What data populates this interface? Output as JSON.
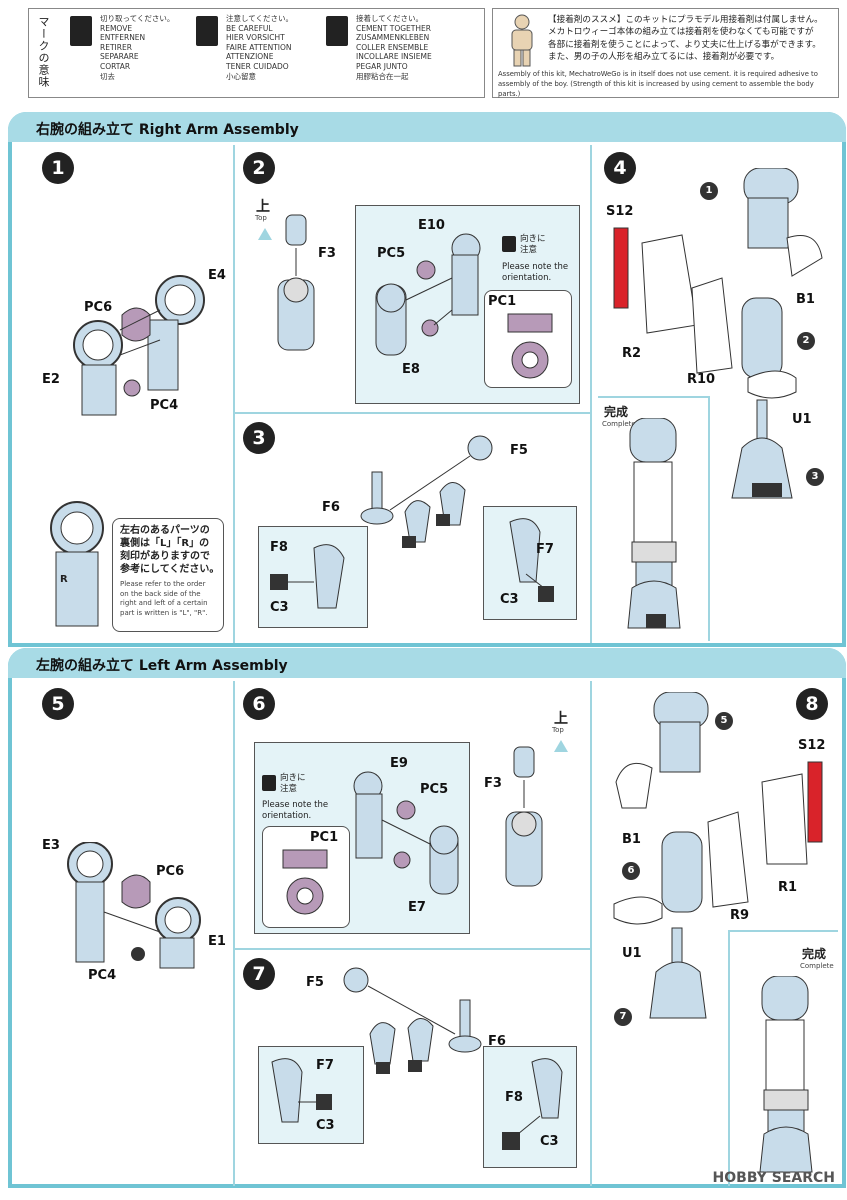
{
  "legend": {
    "label": "マークの意味",
    "icons": [
      "cut-icon",
      "caution-icon",
      "cement-icon"
    ],
    "cut": [
      "切り取ってください。",
      "REMOVE",
      "ENTFERNEN",
      "RETIRER",
      "SEPARARE",
      "CORTAR",
      "切去"
    ],
    "careful": [
      "注意してください。",
      "BE CAREFUL",
      "HIER VORSICHT",
      "FAIRE ATTENTION",
      "ATTENZIONE",
      "TENER CUIDADO",
      "小心留意"
    ],
    "cement": [
      "接着してください。",
      "CEMENT TOGETHER",
      "ZUSAMMENKLEBEN",
      "COLLER ENSEMBLE",
      "INCOLLARE INSIEME",
      "PEGAR JUNTO",
      "用膠粘合在一起"
    ]
  },
  "cement_note": {
    "jp": [
      "【接着剤のススメ】このキットにプラモデル用接着剤は付属しません。",
      "メカトロウィーゴ本体の組み立ては接着剤を使わなくても可能ですが",
      "各部に接着剤を使うことによって、より丈夫に仕上げる事ができます。",
      "また、男の子の人形を組み立てるには、接着剤が必要です。"
    ],
    "en": "Assembly of this kit, MechatroWeGo is in itself does not use cement. it is required adhesive to assembly of the boy. (Strength of this kit is increased by using cement to assemble the body parts.)"
  },
  "right_arm": {
    "title": "右腕の組み立て  Right Arm Assembly",
    "steps": [
      "1",
      "2",
      "3",
      "4"
    ],
    "step1": {
      "parts": [
        "E4",
        "PC6",
        "E2",
        "PC4"
      ]
    },
    "note_lr": {
      "jp": [
        "左右のあるパーツの",
        "裏側は「L」「R」の",
        "刻印がありますので",
        "参考にしてください。"
      ],
      "en": [
        "Please refer to the order",
        "on the back side of the",
        "right and left of a certain",
        "part is written is \"L\", \"R\"."
      ],
      "mark": "R"
    },
    "step2": {
      "up_jp": "上",
      "up_en": "Top",
      "parts": [
        "F3",
        "E10",
        "PC5",
        "E8",
        "PC1"
      ],
      "note_jp": [
        "向きに",
        "注意"
      ],
      "note_en": [
        "Please note the",
        "orientation."
      ]
    },
    "step3": {
      "parts": [
        "F5",
        "F6",
        "F8",
        "C3",
        "F7",
        "C3"
      ]
    },
    "step4": {
      "parts": [
        "S12",
        "B1",
        "R2",
        "R10",
        "U1"
      ],
      "callouts": [
        "1",
        "2",
        "3"
      ],
      "complete_jp": "完成",
      "complete_en": "Complete"
    }
  },
  "left_arm": {
    "title": "左腕の組み立て  Left Arm Assembly",
    "steps": [
      "5",
      "6",
      "7",
      "8"
    ],
    "step5": {
      "parts": [
        "E3",
        "PC6",
        "E1",
        "PC4"
      ]
    },
    "step6": {
      "up_jp": "上",
      "up_en": "Top",
      "parts": [
        "F3",
        "E9",
        "PC5",
        "E7",
        "PC1"
      ],
      "note_jp": [
        "向きに",
        "注意"
      ],
      "note_en": [
        "Please note the",
        "orientation."
      ]
    },
    "step7": {
      "parts": [
        "F5",
        "F6",
        "F7",
        "C3",
        "F8",
        "C3"
      ]
    },
    "step8": {
      "parts": [
        "S12",
        "B1",
        "R1",
        "R9",
        "U1"
      ],
      "callouts": [
        "5",
        "6",
        "7"
      ],
      "complete_jp": "完成",
      "complete_en": "Complete"
    }
  },
  "watermark": "HOBBY SEARCH",
  "colors": {
    "accent": "#6fc4d4",
    "header": "#a8dbe6",
    "part_blue": "#c8dcea",
    "part_purple": "#b79ab8",
    "red": "#d9232a"
  }
}
